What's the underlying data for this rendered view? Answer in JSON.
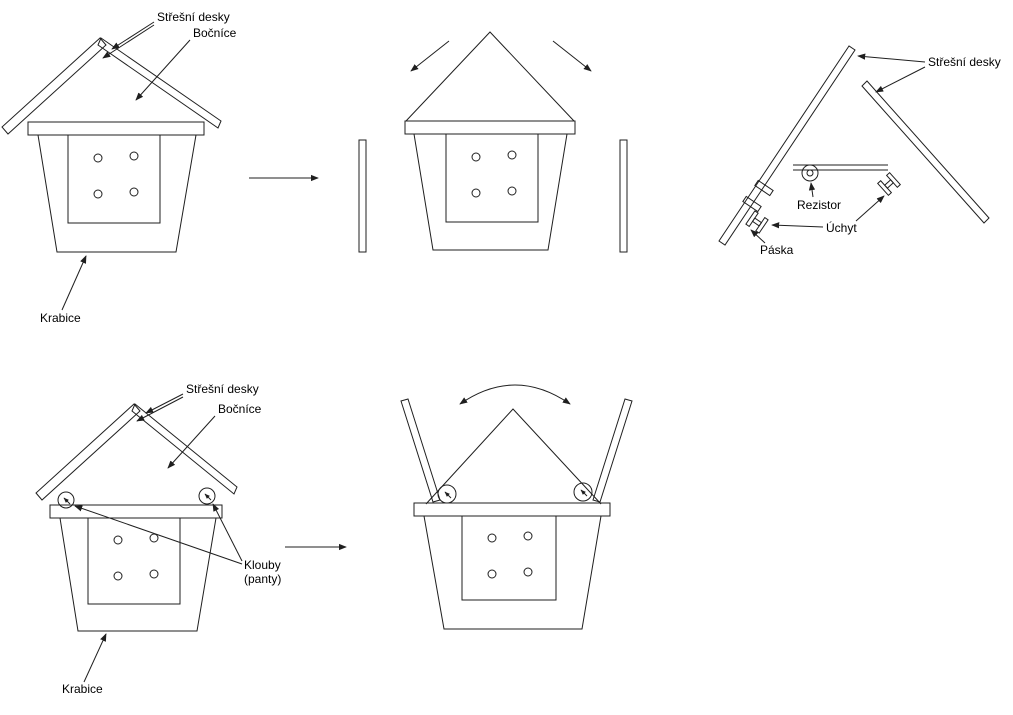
{
  "figure": {
    "background": "#ffffff",
    "line_color": "#1f1f1f",
    "text_color": "#000000"
  },
  "step1": {
    "roof_label": "Střešní desky",
    "sides_label": "Bočníce",
    "box_label": "Krabice"
  },
  "heater_detail": {
    "roof_label": "Střešní desky",
    "resistor_label": "Rezistor",
    "holder_label": "Úchyt",
    "tape_label": "Páska"
  },
  "step3": {
    "roof_label": "Střešní desky",
    "sides_label": "Bočníce",
    "hinges_label_line1": "Klouby",
    "hinges_label_line2": "(panty)",
    "box_label": "Krabice"
  }
}
